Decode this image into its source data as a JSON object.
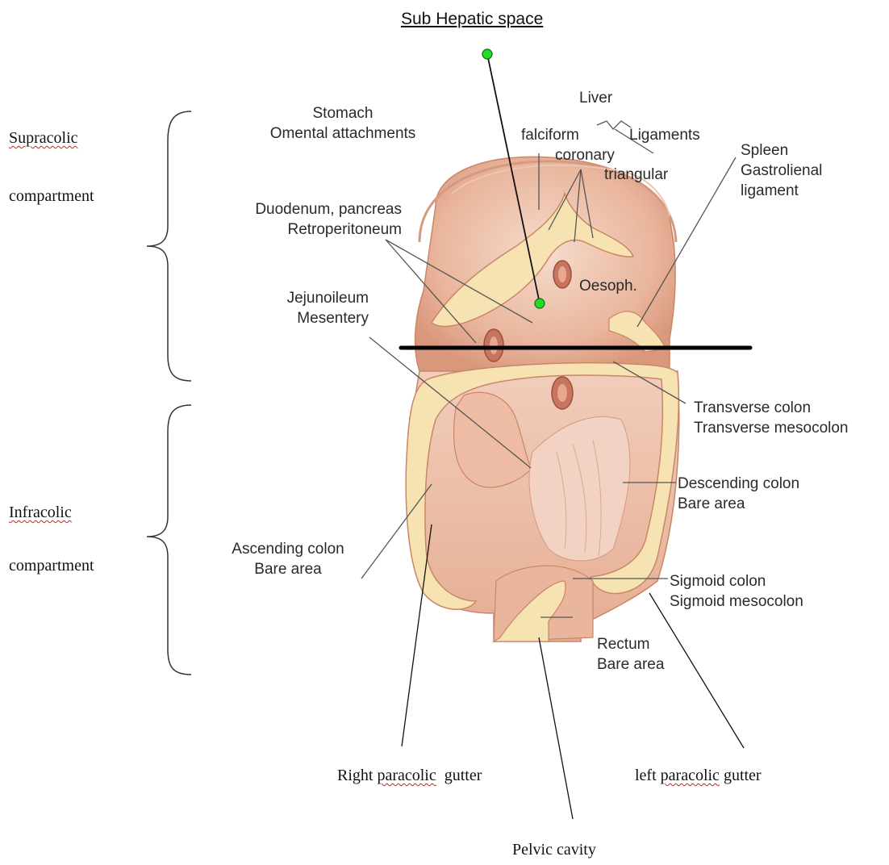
{
  "title": "Sub Hepatic space",
  "compartments": {
    "supracolic": {
      "word": "Supracolic",
      "rest": "compartment"
    },
    "infracolic": {
      "word": "Infracolic",
      "rest": "compartment"
    }
  },
  "labels": {
    "stomach": [
      "Stomach",
      "Omental attachments"
    ],
    "liver": "Liver",
    "falciform": "falciform",
    "ligaments": "Ligaments",
    "coronary": "coronary",
    "triangular": "triangular",
    "spleen": [
      "Spleen",
      "Gastrolienal",
      "ligament"
    ],
    "duodenum": [
      "Duodenum, pancreas",
      "Retroperitoneum"
    ],
    "oesoph": "Oesoph.",
    "jejuno": [
      "Jejunoileum",
      "Mesentery"
    ],
    "transverse": [
      "Transverse colon",
      "Transverse mesocolon"
    ],
    "descending": [
      "Descending colon",
      "Bare area"
    ],
    "ascending": [
      "Ascending colon",
      "Bare area"
    ],
    "sigmoid": [
      "Sigmoid colon",
      "Sigmoid mesocolon"
    ],
    "rectum": [
      "Rectum",
      "Bare area"
    ]
  },
  "gutters": {
    "right": {
      "pre": "Right ",
      "word": "paracolic",
      "post": "  gutter"
    },
    "left": {
      "pre": "left ",
      "word": "paracolic",
      "post": " gutter"
    }
  },
  "pelvic": "Pelvic cavity",
  "colors": {
    "tissue": "#e8b39c",
    "tissue_light": "#f3d6c6",
    "tissue_dark": "#d48f73",
    "peritoneum": "#f7e6b6",
    "outline": "#c77b5c",
    "leader": "#555555",
    "marker": "#22dd22"
  }
}
